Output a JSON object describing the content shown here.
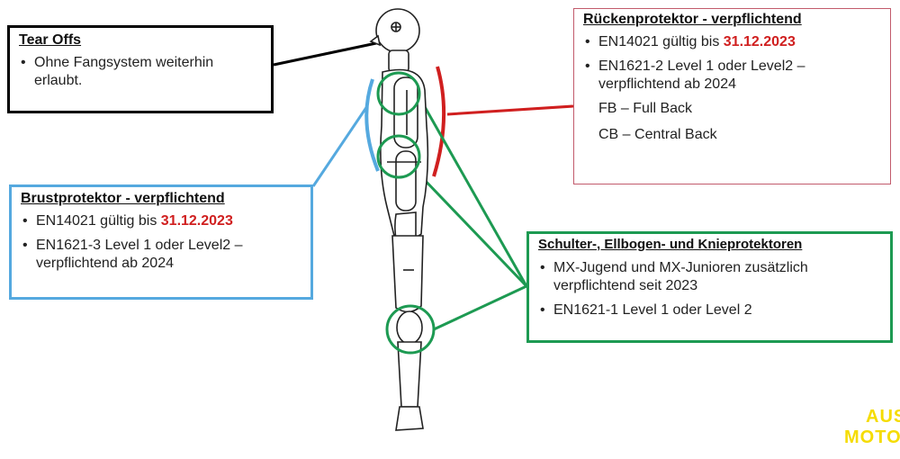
{
  "tear_offs": {
    "title": "Tear Offs",
    "items": [
      "Ohne Fangsystem weiterhin erlaubt."
    ]
  },
  "back_protector": {
    "title": "Rückenprotektor - verpflichtend",
    "item1_prefix": "EN14021 gültig bis ",
    "item1_date": "31.12.2023",
    "item2": "EN1621-2 Level 1 oder Level2 – verpflichtend ab 2024",
    "sub1": "FB – Full Back",
    "sub2": "CB – Central Back"
  },
  "chest_protector": {
    "title": "Brustprotektor - verpflichtend",
    "item1_prefix": "EN14021 gültig bis ",
    "item1_date": "31.12.2023",
    "item2": "EN1621-3 Level 1 oder Level2 – verpflichtend ab 2024"
  },
  "limb_protectors": {
    "title": "Schulter-, Ellbogen- und Knieprotektoren",
    "item1": "MX-Jugend und MX-Junioren zusätzlich verpflichtend seit 2023",
    "item2": "EN1621-1 Level 1 oder Level 2"
  },
  "brand": {
    "line1": "AUS",
    "line2": "MOTO"
  },
  "colors": {
    "black": "#000000",
    "red": "#d01f1f",
    "blue": "#55a9df",
    "green": "#1d9a52",
    "back_box_border": "#c25b6c",
    "brand_yellow": "#f5dc00"
  }
}
